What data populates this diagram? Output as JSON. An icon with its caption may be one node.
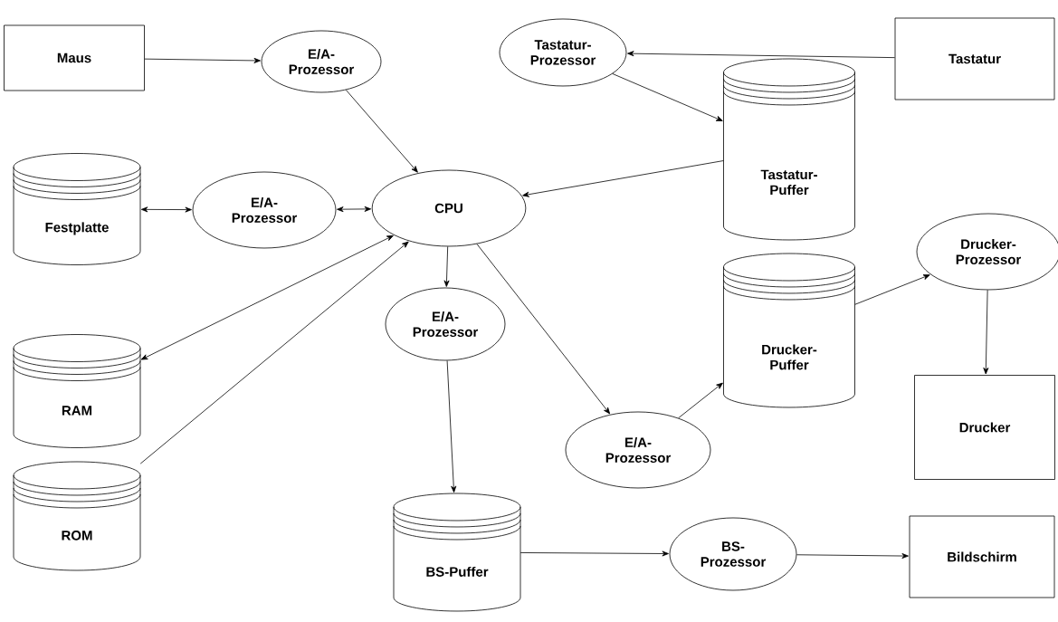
{
  "diagram": {
    "nodes": [
      {
        "text": [
          "Maus"
        ]
      },
      {
        "text": [
          "E/A-Prozessor"
        ]
      },
      {
        "text": [
          "Tastatur-Prozessor"
        ]
      },
      {
        "text": [
          "Tastatur"
        ]
      },
      {
        "text": [
          "Festplatte"
        ]
      },
      {
        "text": [
          "E/A-Prozessor"
        ]
      },
      {
        "text": [
          "CPU"
        ]
      },
      {
        "text": [
          "Tastatur-Puffer"
        ]
      },
      {
        "text": [
          "RAM"
        ]
      },
      {
        "text": [
          "Drucker-Prozessor"
        ]
      },
      {
        "text": [
          "Drucker-Puffer"
        ]
      },
      {
        "text": [
          "E/A-Prozessor"
        ]
      },
      {
        "text": [
          "ROM"
        ]
      },
      {
        "text": [
          "E/A-Prozessor"
        ]
      },
      {
        "text": [
          "Drucker"
        ]
      },
      {
        "text": [
          "BS-Puffer"
        ]
      },
      {
        "text": [
          "BS-Prozessor"
        ]
      },
      {
        "text": [
          "Bildschirm"
        ]
      }
    ],
    "edges": [
      {
        "from": 0,
        "to": 1,
        "arrow": "to"
      },
      {
        "from": 1,
        "to": 6,
        "arrow": "to"
      },
      {
        "from": 3,
        "to": 2,
        "arrow": "to"
      },
      {
        "from": 2,
        "to": 7,
        "arrow": "to"
      },
      {
        "from": 7,
        "to": 6,
        "arrow": "to"
      },
      {
        "from": 4,
        "to": 5,
        "arrow": "both"
      },
      {
        "from": 5,
        "to": 6,
        "arrow": "both"
      },
      {
        "from": 6,
        "to": 8,
        "arrow": "both"
      },
      {
        "from": 12,
        "to": 6,
        "arrow": "to"
      },
      {
        "from": 6,
        "to": 11,
        "arrow": "to"
      },
      {
        "from": 11,
        "to": 15,
        "arrow": "to"
      },
      {
        "from": 6,
        "to": 13,
        "arrow": "to"
      },
      {
        "from": 13,
        "to": 10,
        "arrow": "to"
      },
      {
        "from": 10,
        "to": 9,
        "arrow": "to"
      },
      {
        "from": 9,
        "to": 14,
        "arrow": "to"
      },
      {
        "from": 15,
        "to": 16,
        "arrow": "to"
      },
      {
        "from": 16,
        "to": 17,
        "arrow": "to"
      }
    ]
  }
}
